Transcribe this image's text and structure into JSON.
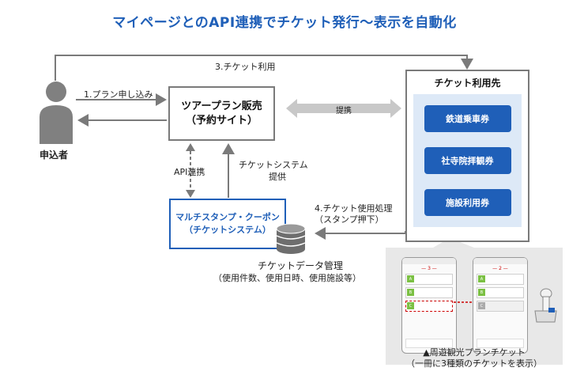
{
  "title": "マイページとのAPI連携でチケット発行〜表示を自動化",
  "applicant": {
    "label": "申込者",
    "icon": "person-icon"
  },
  "tour_plan": {
    "line1": "ツアープラン販売",
    "line2": "（予約サイト）"
  },
  "stamp_system": {
    "line1": "マルチスタンプ・クーポン",
    "line2": "（チケットシステム）"
  },
  "venue": {
    "title": "チケット利用先",
    "items": [
      "鉄道乗車券",
      "社寺院拝観券",
      "施設利用券"
    ]
  },
  "edges": {
    "plan_apply": "1.プラン申し込み",
    "ticket_use": "3.チケット利用",
    "partnership": "提携",
    "api": "API連携",
    "ticket_system_line1": "チケットシステム",
    "ticket_system_line2": "提供",
    "use_process_line1": "4.チケット使用処理",
    "use_process_line2": "（スタンプ押下）"
  },
  "database": {
    "icon": "database-icon",
    "label_line1": "チケットデータ管理",
    "label_line2": "（使用件数、使用日時、使用施設等）"
  },
  "example": {
    "caption_line1": "▲周遊観光プランチケット",
    "caption_line2": "（一冊に3種類のチケットを表示）"
  },
  "colors": {
    "accent": "#1f5fb8",
    "light_panel": "#dde9f7",
    "arrow": "#7a7a7a",
    "highlight": "#cc0000"
  }
}
